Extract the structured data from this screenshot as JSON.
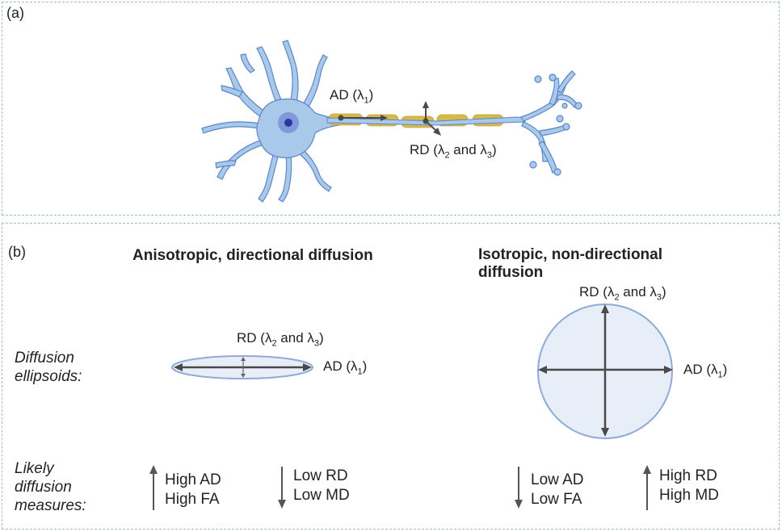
{
  "panel_a": {
    "label": "(a)",
    "ad_label": "AD (λ",
    "ad_sub": "1",
    "rd_label_pre": "RD (λ",
    "rd_sub1": "2",
    "rd_mid": " and λ",
    "rd_sub2": "3",
    "close": ")"
  },
  "panel_b": {
    "label": "(b)",
    "aniso_title": "Anisotropic, directional diffusion",
    "iso_title_line1": "Isotropic, non-directional",
    "iso_title_line2": "diffusion",
    "row1_label_line1": "Diffusion",
    "row1_label_line2": "ellipsoids:",
    "row2_label_line1": "Likely",
    "row2_label_line2": "diffusion",
    "row2_label_line3": "measures:",
    "aniso_measures": {
      "up": [
        "High AD",
        "High FA"
      ],
      "down": [
        "Low RD",
        "Low MD"
      ]
    },
    "iso_measures": {
      "down": [
        "Low AD",
        "Low FA"
      ],
      "up": [
        "High RD",
        "High MD"
      ]
    }
  },
  "colors": {
    "neuron_fill": "#a9c9ea",
    "neuron_stroke": "#5b86c8",
    "myelin": "#d9b84a",
    "nucleus_outer": "#7e9ad8",
    "nucleus_inner": "#2f35a0",
    "arrow": "#4a4a4a",
    "ellipse_fill": "#e8eef7",
    "ellipse_stroke": "#8fa9d8",
    "border": "#9dbcd8"
  }
}
